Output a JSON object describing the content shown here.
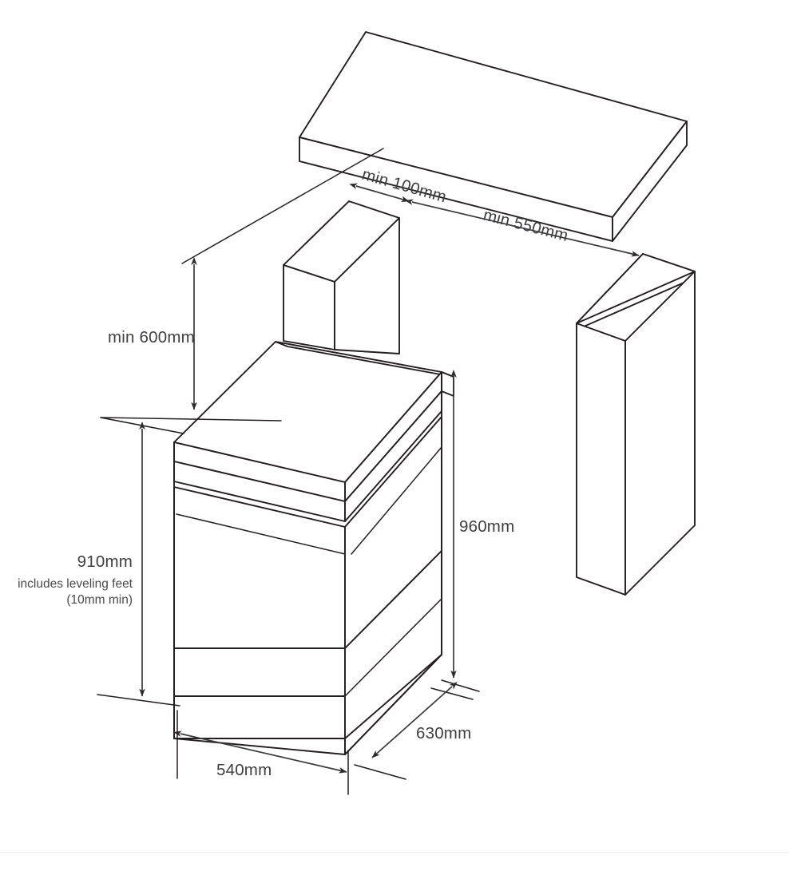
{
  "document": {
    "type": "installation-clearance-diagram",
    "subject": "freestanding range / cooker",
    "projection": "isometric",
    "background_color": "#ffffff",
    "line_color": "#231f20",
    "dimension_text_color": "#3f3f41"
  },
  "dimensions": {
    "overhead_clearance": {
      "label": "min 600mm",
      "value": 600,
      "unit": "mm",
      "qualifier": "min",
      "describes": "vertical clearance from cooktop surface to overhead cabinet"
    },
    "side_gap": {
      "label": "min 100mm",
      "value": 100,
      "unit": "mm",
      "qualifier": "min",
      "describes": "horizontal gap from range backguard to adjacent overhead cabinet"
    },
    "cabinet_depth": {
      "label": "min 550mm",
      "value": 550,
      "unit": "mm",
      "qualifier": "min",
      "describes": "overhead cabinet run length / clearance to tall cabinet"
    },
    "cooktop_height": {
      "label": "960mm",
      "value": 960,
      "unit": "mm",
      "describes": "overall height to top of backguard at rear right"
    },
    "body_height": {
      "label": "910mm",
      "value": 910,
      "unit": "mm",
      "note_line_1": "includes leveling feet",
      "note_line_2": "(10mm min)",
      "describes": "worktop height of range including leveling feet"
    },
    "width": {
      "label": "540mm",
      "value": 540,
      "unit": "mm",
      "describes": "overall cabinet width of range"
    },
    "depth": {
      "label": "630mm",
      "value": 630,
      "unit": "mm",
      "describes": "overall cabinet depth of range"
    }
  },
  "objects": [
    {
      "name": "overhead-cabinet",
      "description": "horizontal overhead cabinet block above and behind the range"
    },
    {
      "name": "range-appliance",
      "description": "freestanding range with backguard, cooktop, oven door and storage drawer"
    },
    {
      "name": "side-cabinet",
      "description": "tall vertical cabinet panel to the right of the range"
    }
  ]
}
